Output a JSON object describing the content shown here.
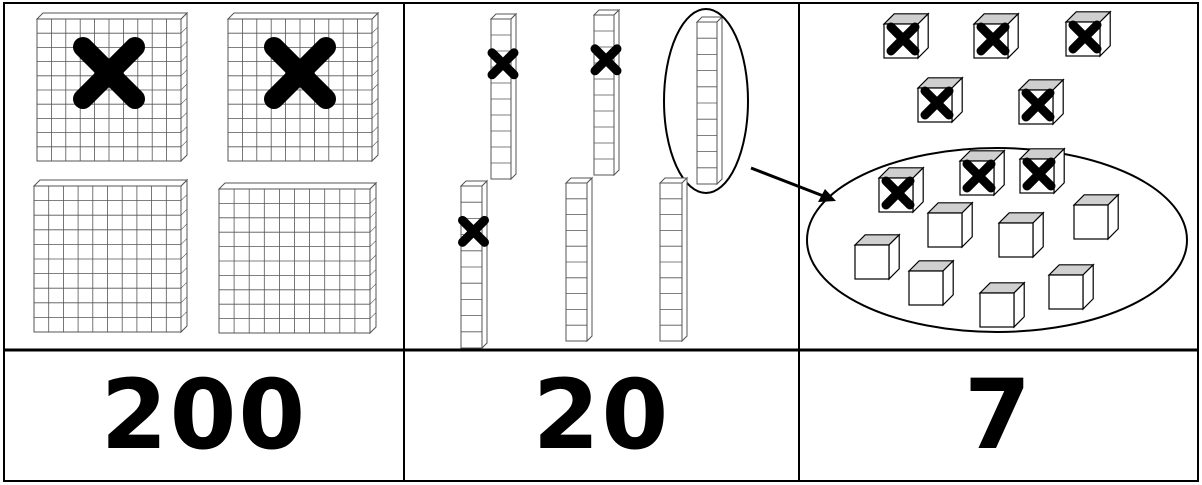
{
  "columns": [
    {
      "label": "200",
      "items": [
        {
          "kind": "hundred-flat",
          "crossed": true
        },
        {
          "kind": "hundred-flat",
          "crossed": true
        },
        {
          "kind": "hundred-flat",
          "crossed": false
        },
        {
          "kind": "hundred-flat",
          "crossed": false
        }
      ]
    },
    {
      "label": "20",
      "items": [
        {
          "kind": "ten-rod",
          "crossed": true
        },
        {
          "kind": "ten-rod",
          "crossed": true
        },
        {
          "kind": "ten-rod",
          "crossed": false,
          "circled": true
        },
        {
          "kind": "ten-rod",
          "crossed": true
        },
        {
          "kind": "ten-rod",
          "crossed": false
        },
        {
          "kind": "ten-rod",
          "crossed": false
        }
      ]
    },
    {
      "label": "7",
      "ungrouped_units": 5,
      "grouped_units": 10,
      "crossed_in_group": 3
    }
  ],
  "colors": {
    "line": "#000000",
    "cube_top": "#cfcfcf",
    "grid": "#555555",
    "background": "#ffffff"
  }
}
